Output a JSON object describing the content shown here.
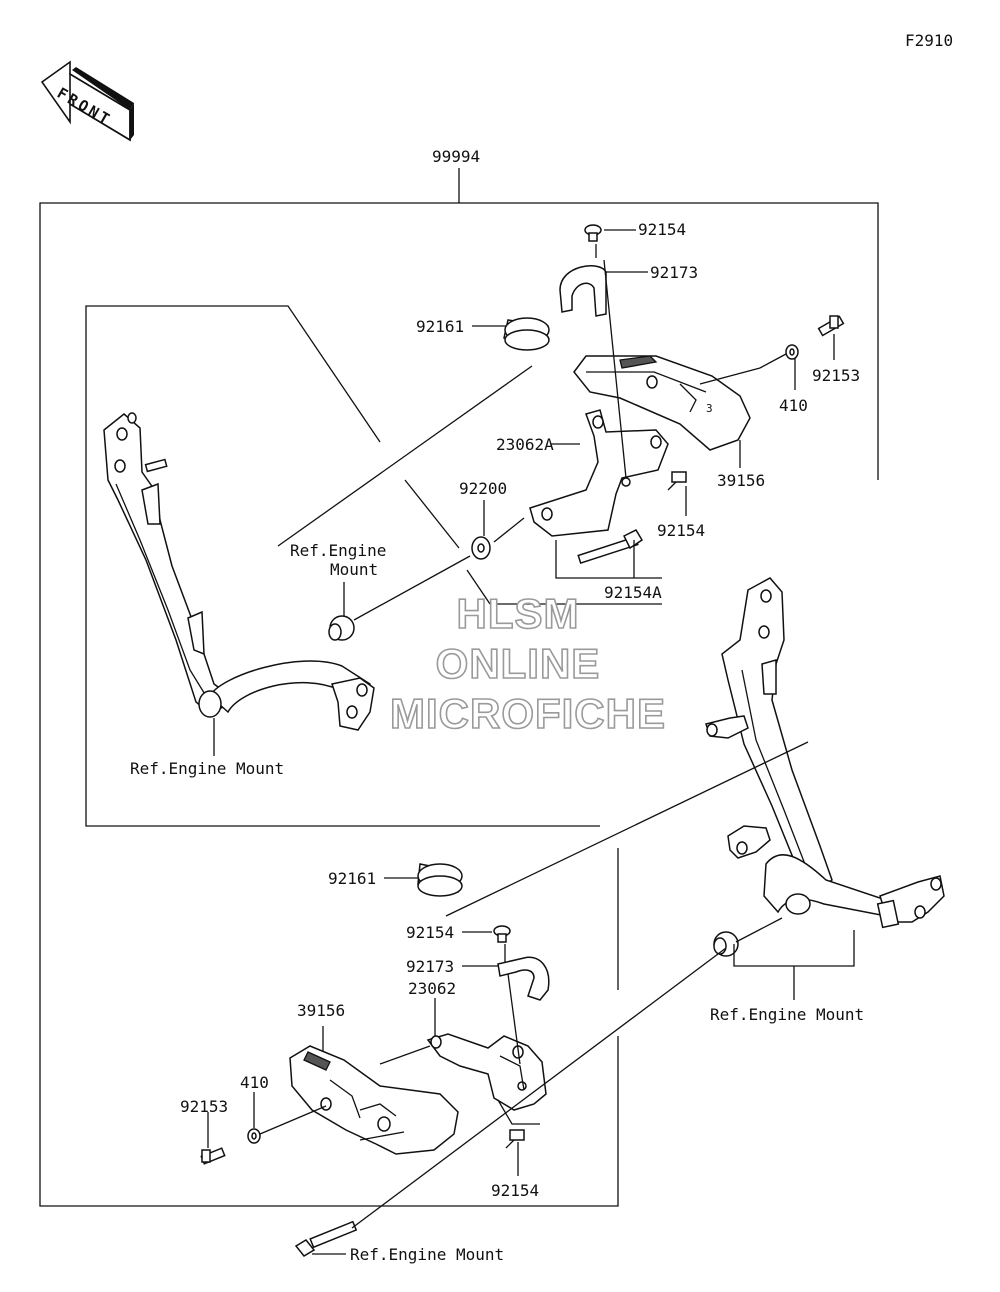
{
  "figure_code": "F2910",
  "front_arrow_label": "FRONT",
  "watermark": [
    "HLSM",
    "ONLINE",
    "MICROFICHE"
  ],
  "labels": {
    "assembly": "99994",
    "upper_screw": "92154",
    "upper_clamp": "92173",
    "upper_collar": "92161",
    "upper_bolt_92153": "92153",
    "upper_washer_410": "410",
    "upper_slider": "39156",
    "upper_bracket": "23062A",
    "upper_spacer": "92200",
    "upper_bolt_92154": "92154",
    "upper_long_bolt": "92154A",
    "upper_ref_mount": "Ref.Engine\nMount",
    "left_ref_mount": "Ref.Engine Mount",
    "lower_collar": "92161",
    "lower_screw": "92154",
    "lower_clamp": "92173",
    "lower_slider": "39156",
    "lower_bracket": "23062",
    "lower_washer_410": "410",
    "lower_bolt_92153": "92153",
    "lower_bolt_92154": "92154",
    "right_ref_mount": "Ref.Engine Mount",
    "bottom_ref_mount": "Ref.Engine Mount"
  }
}
